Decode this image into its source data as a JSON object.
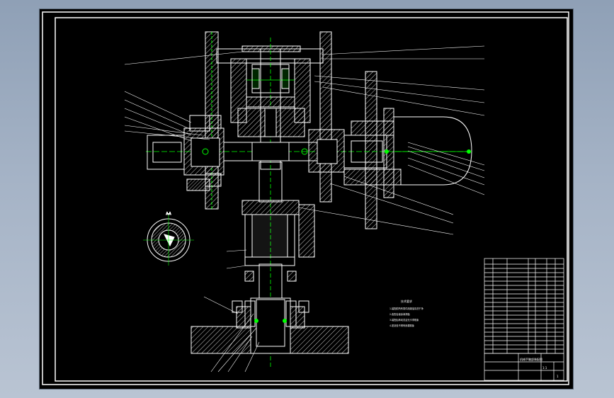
{
  "app": {
    "background_colors": {
      "bg_top": "#8fa0b6",
      "bg_bottom": "#b9c4d3",
      "canvas": "#000000"
    }
  },
  "drawing": {
    "line_colors": {
      "primary": "#ffffff",
      "center_line": "#00ff00",
      "leader": "#ffffff",
      "hatch": "#ffffff"
    },
    "tech_notes": {
      "title": "技术要求",
      "lines": [
        "1.装配前所有零件用煤油清洗干净",
        "2.各配合面涂润滑脂",
        "3.装配后转动灵活无卡滞现象",
        "4.密封处不得有渗漏现象"
      ]
    },
    "section_label": "A-A",
    "title_block": {
      "name": "机械手腕部装配图",
      "scale": "1:1",
      "sheet": "1"
    }
  }
}
